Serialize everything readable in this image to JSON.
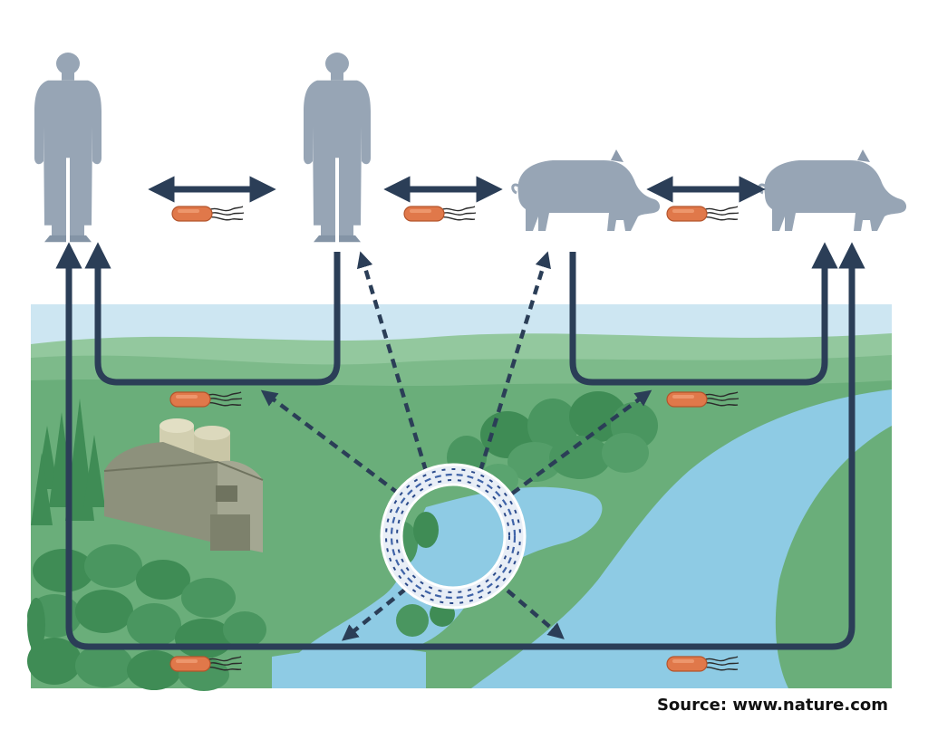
{
  "source": {
    "label": "Source:",
    "url": "www.nature.com"
  },
  "figure": {
    "nodes": [
      "human",
      "human",
      "pig",
      "pig"
    ],
    "reservoir": "plasmid",
    "carrier": "bacterium"
  },
  "colors": {
    "silhouette": "#97a5b5",
    "arrow": "#2b3e57",
    "bacterium": "#e0784a",
    "sky": "#cde6f2",
    "river": "#8ecbe4",
    "meadow": "#6aae7a",
    "forest": "#3f8c55",
    "barn": "#8d917c",
    "plasmid": "#3f63a8"
  }
}
